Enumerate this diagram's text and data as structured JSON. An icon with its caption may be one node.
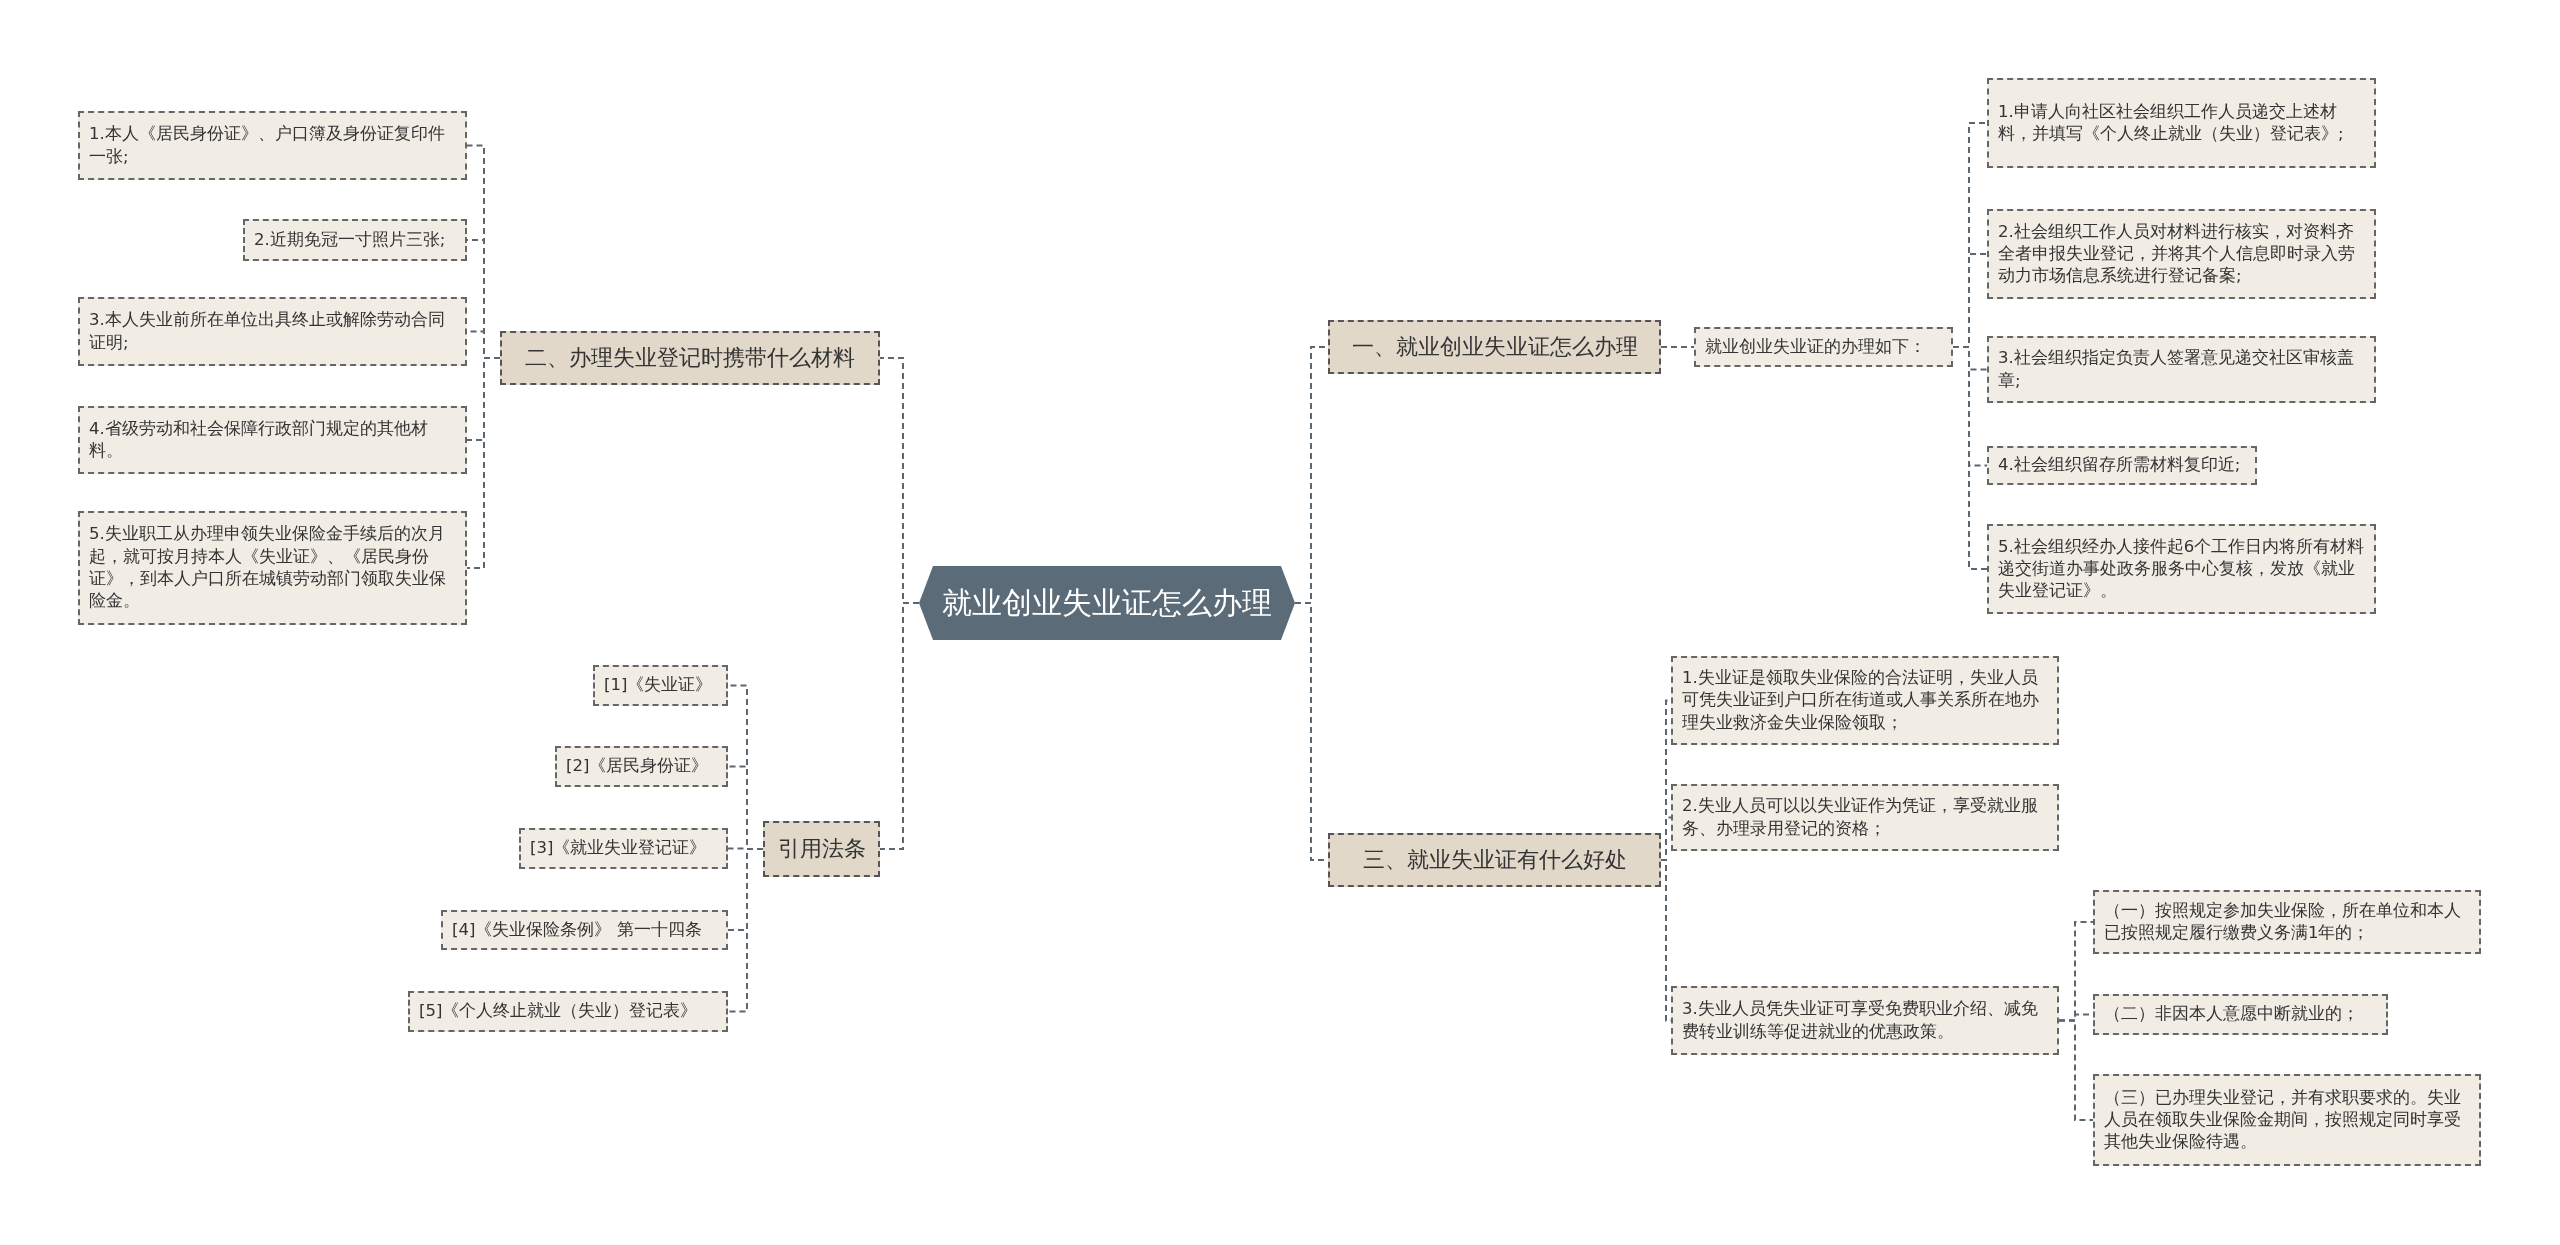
{
  "diagram": {
    "nodes": [
      {
        "text": [
          "就业创业失业证怎么办理"
        ]
      },
      {
        "text": [
          "一、就业创业失业证怎么办理"
        ]
      },
      {
        "text": [
          "就业创业失业证的办理如下："
        ]
      },
      {
        "text": [
          "1.申请人向社区社会组织工作人员递交上述材料，并填写《个人终止就业（失业）登记表》;"
        ]
      },
      {
        "text": [
          "2.社会组织工作人员对材料进行核实，对资料齐全者申报失业登记，并将其个人信息即时录入劳动力市场信息系统进行登记备案;"
        ]
      },
      {
        "text": [
          "3.社会组织指定负责人签署意见递交社区审核盖章;"
        ]
      },
      {
        "text": [
          "4.社会组织留存所需材料复印近;"
        ]
      },
      {
        "text": [
          "5.社会组织经办人接件起6个工作日内将所有材料递交街道办事处政务服务中心复核，发放《就业失业登记证》。"
        ]
      },
      {
        "text": [
          "三、就业失业证有什么好处"
        ]
      },
      {
        "text": [
          "1.失业证是领取失业保险的合法证明，失业人员可凭失业证到户口所在街道或人事关系所在地办理失业救济金失业保险领取；"
        ]
      },
      {
        "text": [
          "2.失业人员可以以失业证作为凭证，享受就业服务、办理录用登记的资格；"
        ]
      },
      {
        "text": [
          "3.失业人员凭失业证可享受免费职业介绍、减免费转业训练等促进就业的优惠政策。"
        ]
      },
      {
        "text": [
          "（一）按照规定参加失业保险，所在单位和本人已按照规定履行缴费义务满1年的；"
        ]
      },
      {
        "text": [
          "（二）非因本人意愿中断就业的；"
        ]
      },
      {
        "text": [
          "（三）已办理失业登记，并有求职要求的。失业人员在领取失业保险金期间，按照规定同时享受其他失业保险待遇。"
        ]
      },
      {
        "text": [
          "二、办理失业登记时携带什么材料"
        ]
      },
      {
        "text": [
          "1.本人《居民身份证》、户口簿及身份证复印件一张;"
        ]
      },
      {
        "text": [
          "2.近期免冠一寸照片三张;"
        ]
      },
      {
        "text": [
          "3.本人失业前所在单位出具终止或解除劳动合同证明;"
        ]
      },
      {
        "text": [
          "4.省级劳动和社会保障行政部门规定的其他材料。"
        ]
      },
      {
        "text": [
          "5.失业职工从办理申领失业保险金手续后的次月起，就可按月持本人《失业证》、《居民身份证》，到本人户口所在城镇劳动部门领取失业保险金。"
        ]
      },
      {
        "text": [
          "引用法条"
        ]
      },
      {
        "text": [
          "[1]《失业证》"
        ]
      },
      {
        "text": [
          "[2]《居民身份证》"
        ]
      },
      {
        "text": [
          "[3]《就业失业登记证》"
        ]
      },
      {
        "text": [
          "[4]《失业保险条例》 第一十四条"
        ]
      },
      {
        "text": [
          "[5]《个人终止就业（失业）登记表》"
        ]
      }
    ],
    "edges": [
      {
        "from": 0,
        "to": 1,
        "arrow": "none",
        "style": "dashed"
      },
      {
        "from": 1,
        "to": 2,
        "arrow": "none",
        "style": "dashed"
      },
      {
        "from": 2,
        "to": 3,
        "arrow": "none",
        "style": "dashed"
      },
      {
        "from": 2,
        "to": 4,
        "arrow": "none",
        "style": "dashed"
      },
      {
        "from": 2,
        "to": 5,
        "arrow": "none",
        "style": "dashed"
      },
      {
        "from": 2,
        "to": 6,
        "arrow": "none",
        "style": "dashed"
      },
      {
        "from": 2,
        "to": 7,
        "arrow": "none",
        "style": "dashed"
      },
      {
        "from": 0,
        "to": 8,
        "arrow": "none",
        "style": "dashed"
      },
      {
        "from": 8,
        "to": 9,
        "arrow": "none",
        "style": "dashed"
      },
      {
        "from": 8,
        "to": 10,
        "arrow": "none",
        "style": "dashed"
      },
      {
        "from": 8,
        "to": 11,
        "arrow": "none",
        "style": "dashed"
      },
      {
        "from": 11,
        "to": 12,
        "arrow": "none",
        "style": "dashed"
      },
      {
        "from": 11,
        "to": 13,
        "arrow": "none",
        "style": "dashed"
      },
      {
        "from": 11,
        "to": 14,
        "arrow": "none",
        "style": "dashed"
      },
      {
        "from": 0,
        "to": 15,
        "arrow": "none",
        "style": "dashed"
      },
      {
        "from": 15,
        "to": 16,
        "arrow": "none",
        "style": "dashed"
      },
      {
        "from": 15,
        "to": 17,
        "arrow": "none",
        "style": "dashed"
      },
      {
        "from": 15,
        "to": 18,
        "arrow": "none",
        "style": "dashed"
      },
      {
        "from": 15,
        "to": 19,
        "arrow": "none",
        "style": "dashed"
      },
      {
        "from": 15,
        "to": 20,
        "arrow": "none",
        "style": "dashed"
      },
      {
        "from": 0,
        "to": 21,
        "arrow": "none",
        "style": "dashed"
      },
      {
        "from": 21,
        "to": 22,
        "arrow": "none",
        "style": "dashed"
      },
      {
        "from": 21,
        "to": 23,
        "arrow": "none",
        "style": "dashed"
      },
      {
        "from": 21,
        "to": 24,
        "arrow": "none",
        "style": "dashed"
      },
      {
        "from": 21,
        "to": 25,
        "arrow": "none",
        "style": "dashed"
      },
      {
        "from": 21,
        "to": 26,
        "arrow": "none",
        "style": "dashed"
      }
    ]
  }
}
